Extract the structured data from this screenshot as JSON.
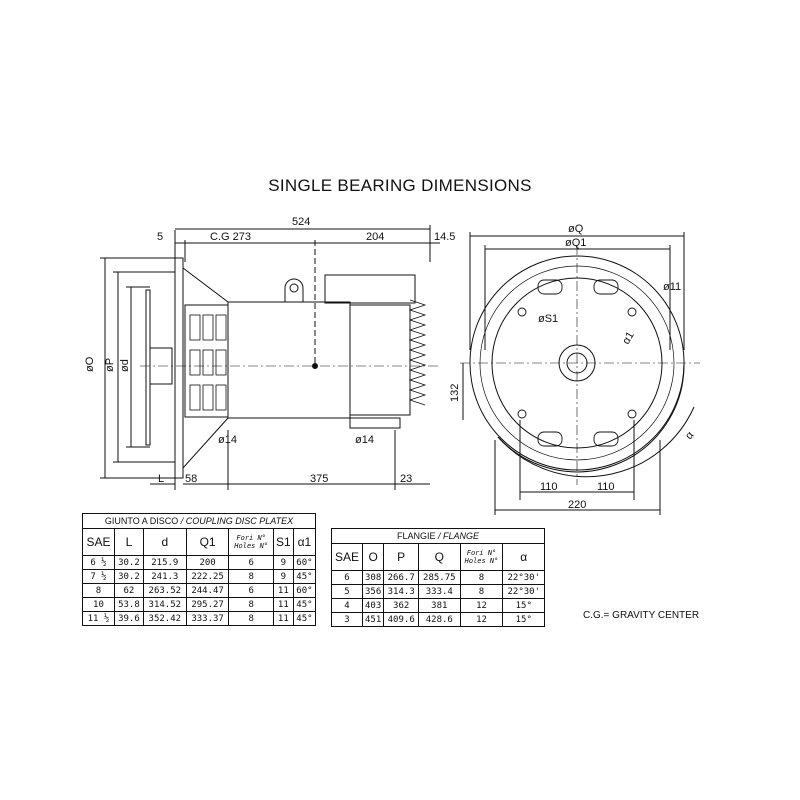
{
  "title": "SINGLE BEARING DIMENSIONS",
  "side_view": {
    "overall_length": "524",
    "offset_left": "5",
    "cg_label": "C.G 273",
    "rear_length": "204",
    "rear_offset": "14.5",
    "dia_O": "øO",
    "dia_P": "øP",
    "dia_d": "ød",
    "hole_left": "ø14",
    "hole_right": "ø14",
    "L": "L",
    "dim_58": "58",
    "dim_375": "375",
    "dim_23": "23"
  },
  "front_view": {
    "dia_Q": "øQ",
    "dia_Q1": "øQ1",
    "dia_11": "ø11",
    "dia_S1": "øS1",
    "alpha1": "α1",
    "alpha": "α",
    "height_132": "132",
    "half_left": "110",
    "half_right": "110",
    "width_220": "220"
  },
  "coupling_table": {
    "caption_it": "GIUNTO A DISCO",
    "caption_en": "/ COUPLING DISC PLATEX",
    "headers": [
      "SAE",
      "L",
      "d",
      "Q1",
      "Fori N°",
      "Holes N°",
      "S1",
      "α1"
    ],
    "rows": [
      [
        "6 ½",
        "30.2",
        "215.9",
        "200",
        "6",
        "9",
        "60°"
      ],
      [
        "7 ½",
        "30.2",
        "241.3",
        "222.25",
        "8",
        "9",
        "45°"
      ],
      [
        "8",
        "62",
        "263.52",
        "244.47",
        "6",
        "11",
        "60°"
      ],
      [
        "10",
        "53.8",
        "314.52",
        "295.27",
        "8",
        "11",
        "45°"
      ],
      [
        "11 ½",
        "39.6",
        "352.42",
        "333.37",
        "8",
        "11",
        "45°"
      ]
    ]
  },
  "flange_table": {
    "caption_it": "FLANGIE",
    "caption_en": "/ FLANGE",
    "headers": [
      "SAE",
      "O",
      "P",
      "Q",
      "Fori N°",
      "Holes N°",
      "α"
    ],
    "rows": [
      [
        "6",
        "308",
        "266.7",
        "285.75",
        "8",
        "22°30'"
      ],
      [
        "5",
        "356",
        "314.3",
        "333.4",
        "8",
        "22°30'"
      ],
      [
        "4",
        "403",
        "362",
        "381",
        "12",
        "15°"
      ],
      [
        "3",
        "451",
        "409.6",
        "428.6",
        "12",
        "15°"
      ]
    ]
  },
  "note": "C.G.= GRAVITY CENTER"
}
